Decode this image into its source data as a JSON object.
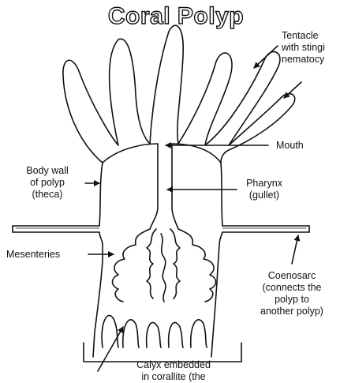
{
  "title": "Coral Polyp",
  "labels": {
    "tentacle": "Tentacle\nwith stingi\nnematocy",
    "mouth": "Mouth",
    "body_wall": "Body wall\nof polyp\n(theca)",
    "pharynx": "Pharynx\n(gullet)",
    "mesenteries": "Mesenteries",
    "coenosarc": "Coenosarc\n(connects the\npolyp to\nanother polyp)",
    "calyx": "Calyx embedded\nin corallite (the"
  },
  "colors": {
    "outline": "#111111",
    "background": "#ffffff"
  }
}
